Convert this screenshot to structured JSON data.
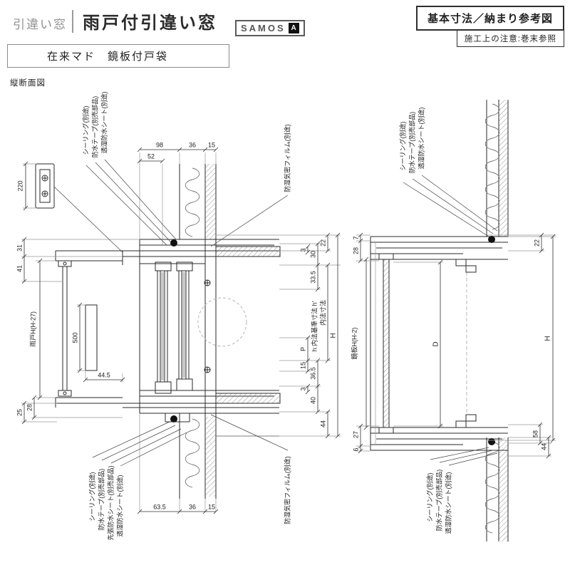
{
  "header": {
    "category": "引違い窓",
    "title": "雨戸付引違い窓",
    "brand": "SAMOS",
    "brand_mark": "A",
    "ref_title": "基本寸法／納まり参考図",
    "note": "施工上の注意:巻末参照",
    "subtype": "在来マド　鏡板付戸袋",
    "view_label": "縦断面図"
  },
  "left": {
    "top_callouts": [
      "シーリング(別途)",
      "防水テープ(別売部品)",
      "透湿防水シート(別途)",
      "防湿気密フィルム(別途)"
    ],
    "bottom_callouts": [
      "シーリング(別途)",
      "防水テープ(別売部品)",
      "先張防水シート(別売部品)",
      "透湿防水シート(別途)",
      "防湿気密フィルム(別途)"
    ],
    "top_dims": {
      "w98": "98",
      "w52": "52",
      "w36": "36",
      "w15": "15"
    },
    "bottom_dims": {
      "w635": "63.5",
      "w36": "36",
      "w15": "15"
    },
    "left_dims": {
      "h220": "220",
      "h31": "31",
      "h41": "41",
      "shutter_h": "雨戸H(H-27)",
      "h500": "500",
      "w445": "44.5",
      "h25": "25",
      "h28": "28"
    },
    "right_dims": {
      "h22": "22",
      "h30": "30",
      "h3a": "3",
      "h335": "33.5",
      "naiho": "内法寸法",
      "h_base": "h:内法基準寸法 h'",
      "p": "P",
      "h15": "15",
      "h365": "36.5",
      "h3b": "3",
      "h40": "40",
      "h44": "44",
      "h_total": "H"
    }
  },
  "right": {
    "top_callouts": [
      "シーリング(別途)",
      "防水テープ(別売部品)",
      "透湿防水シート(別途)"
    ],
    "bottom_callouts": [
      "シーリング(別途)",
      "防水テープ(別売部品)",
      "透湿防水シート(別途)"
    ],
    "dims": {
      "h7": "7",
      "h28": "28",
      "h22": "22",
      "d": "D",
      "h_total": "H",
      "panel_h": "鏡板H(H-2)",
      "h27": "27",
      "h6": "6",
      "h58": "58",
      "h44": "44"
    }
  },
  "colors": {
    "line": "#2a2a2a",
    "light": "#999999",
    "accent": "#000000"
  }
}
